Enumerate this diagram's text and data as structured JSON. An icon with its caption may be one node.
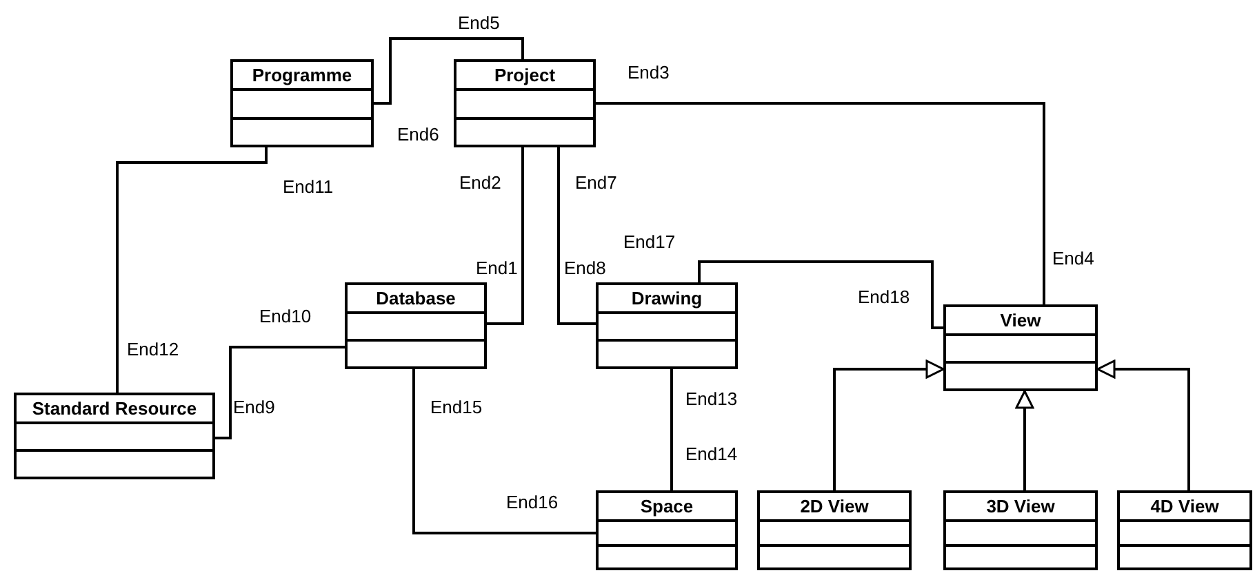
{
  "diagram": {
    "nodes": [
      {
        "text": [
          "Programme"
        ]
      },
      {
        "text": [
          "Project"
        ]
      },
      {
        "text": [
          "Database"
        ]
      },
      {
        "text": [
          "Drawing"
        ]
      },
      {
        "text": [
          "View"
        ]
      },
      {
        "text": [
          "Standard Resource"
        ]
      },
      {
        "text": [
          "Space"
        ]
      },
      {
        "text": [
          "2D View"
        ]
      },
      {
        "text": [
          "3D View"
        ]
      },
      {
        "text": [
          "4D View"
        ]
      }
    ],
    "edges": [
      {
        "from": 0,
        "to": 1,
        "arrow": "none"
      },
      {
        "from": 1,
        "to": 4,
        "arrow": "none"
      },
      {
        "from": 1,
        "to": 2,
        "arrow": "none"
      },
      {
        "from": 1,
        "to": 3,
        "arrow": "none"
      },
      {
        "from": 0,
        "to": 5,
        "arrow": "none"
      },
      {
        "from": 5,
        "to": 2,
        "arrow": "none"
      },
      {
        "from": 2,
        "to": 6,
        "arrow": "none"
      },
      {
        "from": 3,
        "to": 6,
        "arrow": "none"
      },
      {
        "from": 3,
        "to": 4,
        "arrow": "none"
      },
      {
        "from": 7,
        "to": 4,
        "arrow": "to"
      },
      {
        "from": 8,
        "to": 4,
        "arrow": "to"
      },
      {
        "from": 9,
        "to": 4,
        "arrow": "to"
      }
    ],
    "labels": [
      "End5",
      "End3",
      "End6",
      "End11",
      "End2",
      "End7",
      "End17",
      "End4",
      "End1",
      "End8",
      "End18",
      "End10",
      "End12",
      "End9",
      "End15",
      "End13",
      "End14",
      "End16"
    ]
  }
}
